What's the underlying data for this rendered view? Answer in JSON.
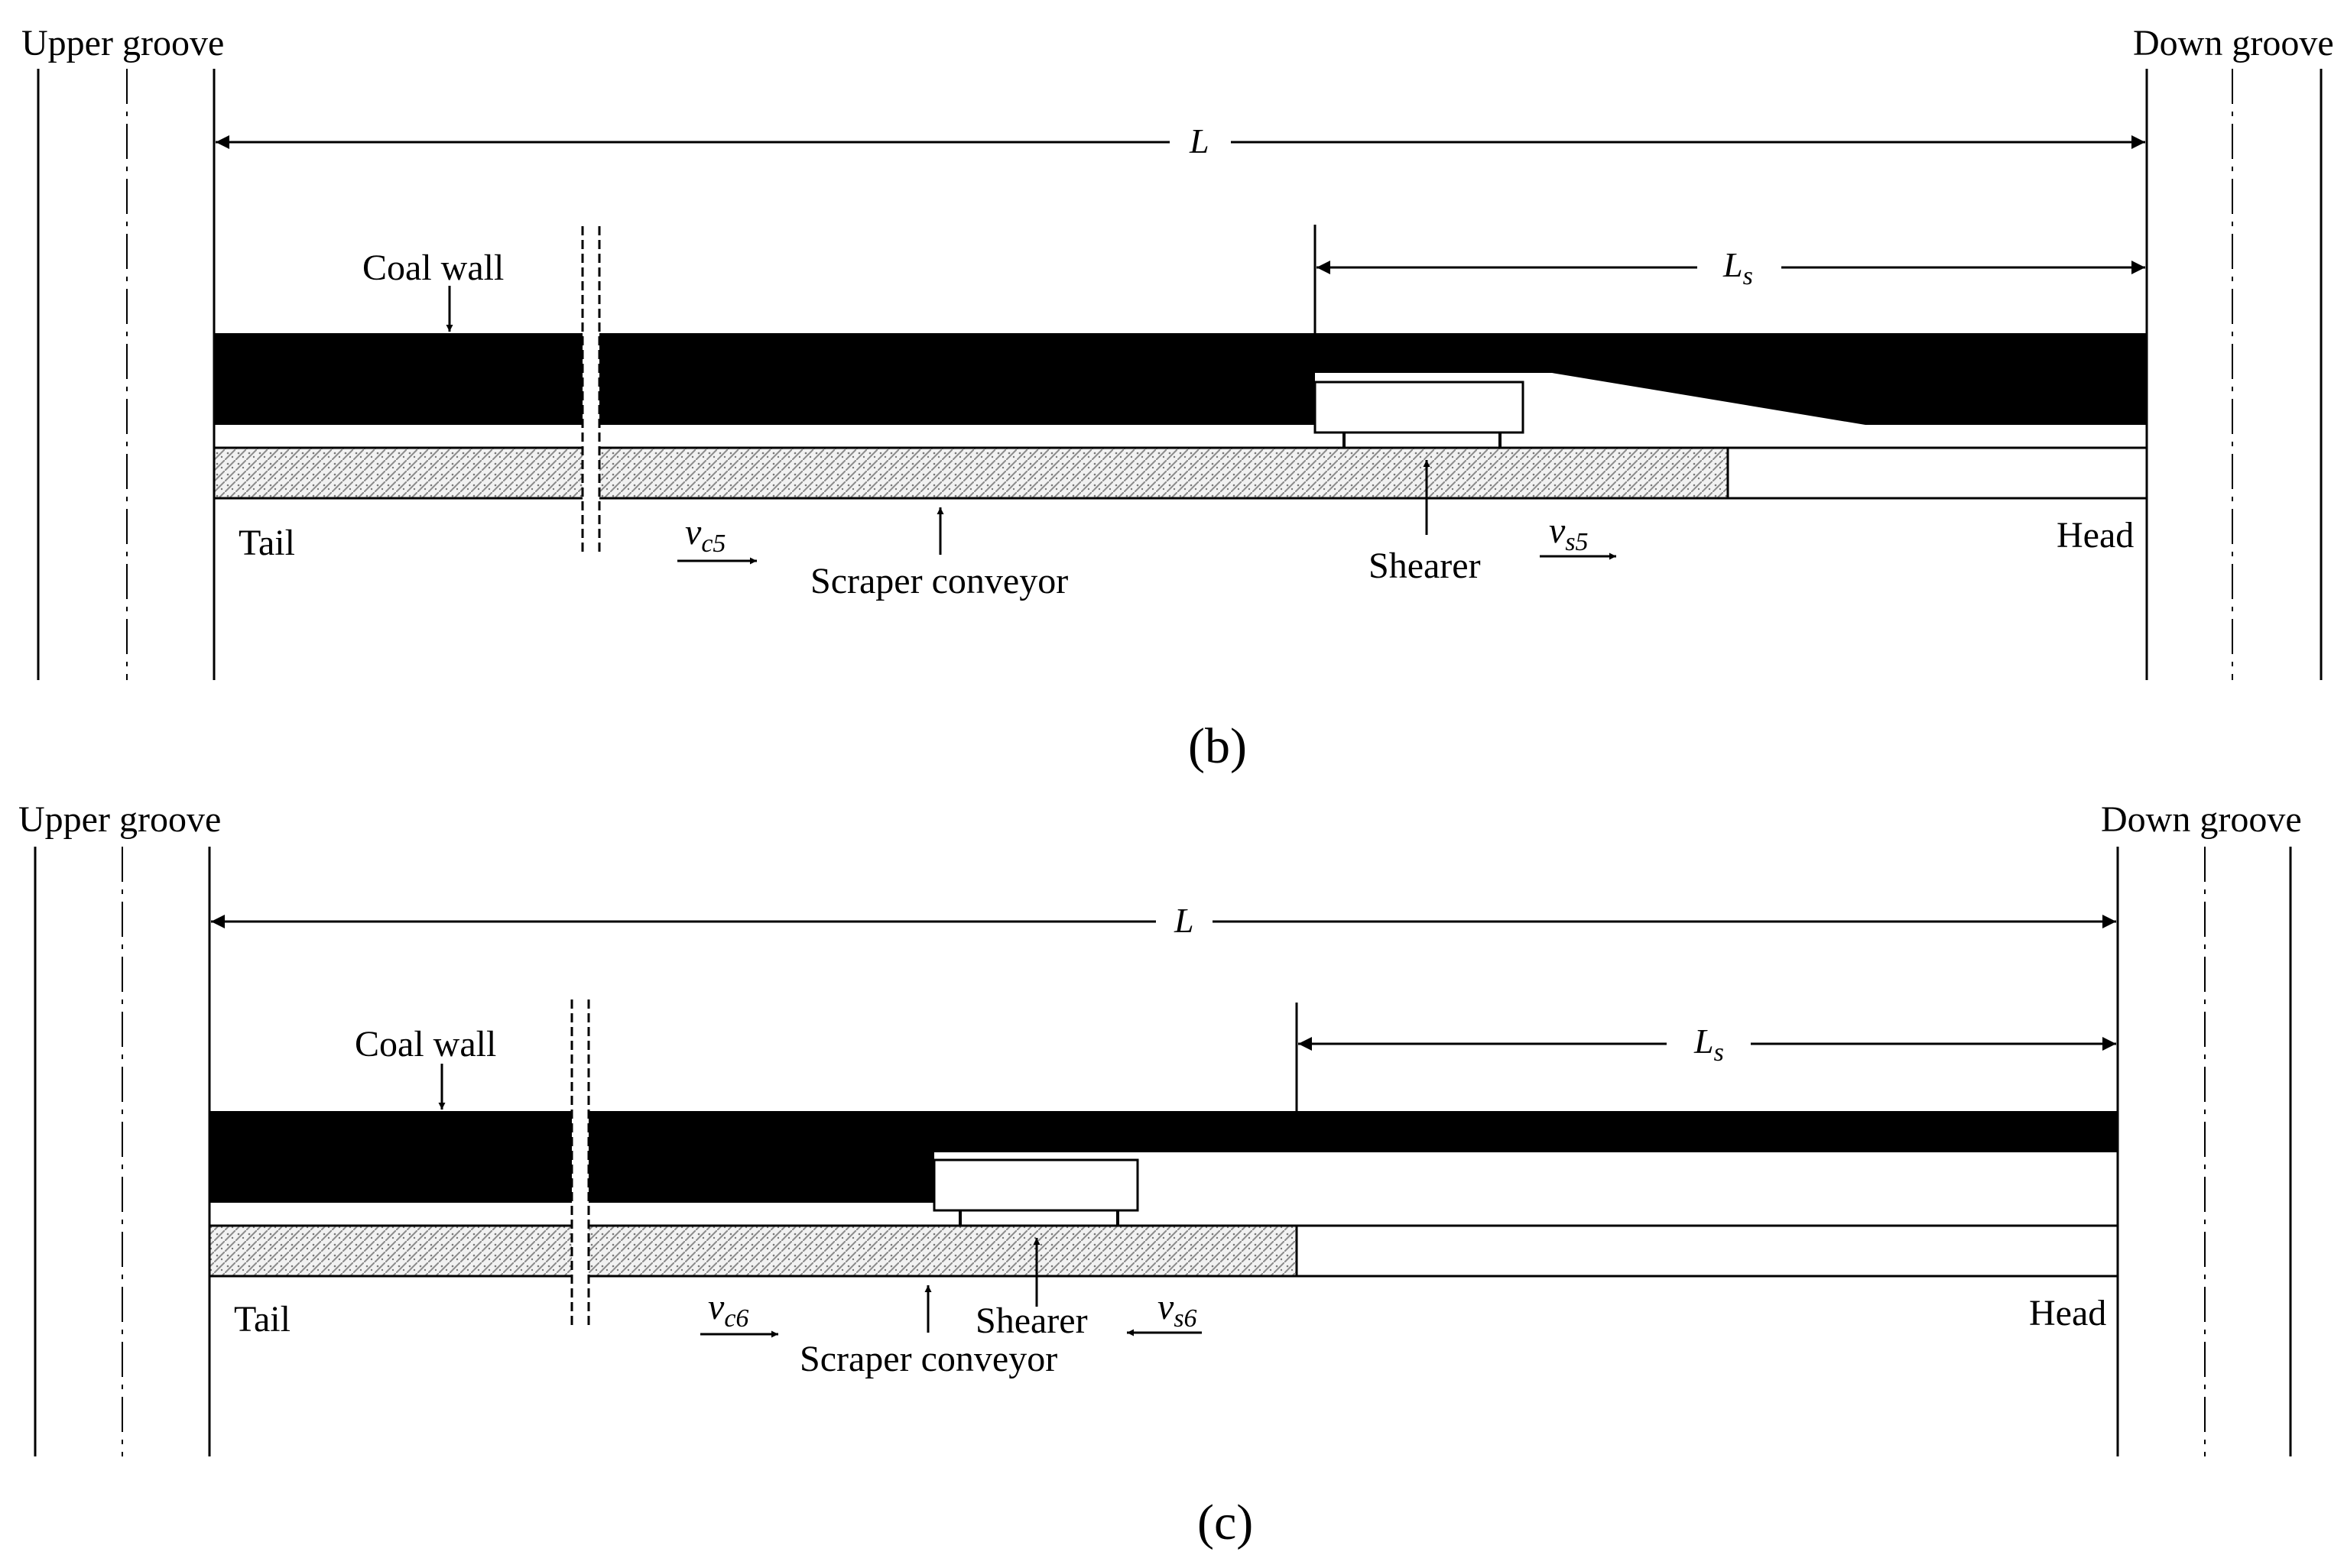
{
  "panel_b": {
    "panel_label": "(b)",
    "upper_groove": "Upper groove",
    "down_groove": "Down groove",
    "length_label": "L",
    "shearer_span_label": "Ls",
    "coal_wall": "Coal wall",
    "tail": "Tail",
    "head": "Head",
    "scraper_conveyor": "Scraper conveyor",
    "shearer": "Shearer",
    "conveyor_speed": "vc5",
    "shearer_speed": "vs5"
  },
  "panel_c": {
    "panel_label": "(c)",
    "upper_groove": "Upper groove",
    "down_groove": "Down groove",
    "length_label": "L",
    "shearer_span_label": "Ls",
    "coal_wall": "Coal wall",
    "tail": "Tail",
    "head": "Head",
    "scraper_conveyor": "Scraper conveyor",
    "shearer": "Shearer",
    "conveyor_speed": "vc6",
    "shearer_speed": "vs6"
  },
  "colors": {
    "coal": "#000000",
    "conveyor_hatch": "#9a9a9a",
    "background": "#ffffff"
  }
}
